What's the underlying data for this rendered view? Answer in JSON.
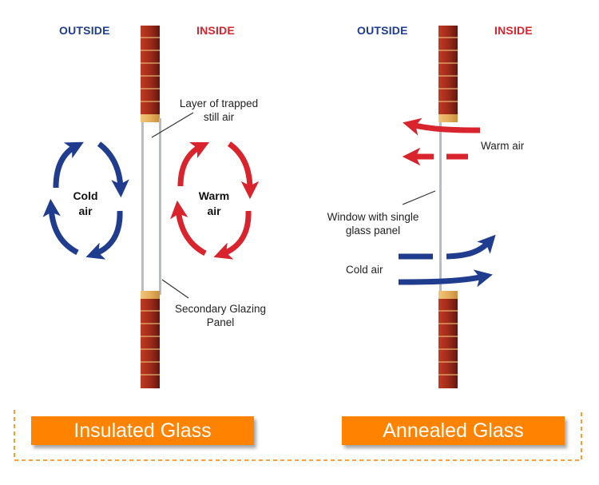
{
  "colors": {
    "outside_blue": "#1f3c8f",
    "inside_red": "#d9232d",
    "brick": "#b2341f",
    "brick_dark": "#6e1a10",
    "mortar": "#e7b070",
    "sill": "#e9b864",
    "glass": "#b9bcc3",
    "accent_orange": "#ff8200"
  },
  "insulated": {
    "outside_label": "OUTSIDE",
    "inside_label": "INSIDE",
    "trapped_air_label_line1": "Layer of trapped",
    "trapped_air_label_line2": "still air",
    "cold_air_line1": "Cold",
    "cold_air_line2": "air",
    "warm_air_line1": "Warm",
    "warm_air_line2": "air",
    "glazing_label_line1": "Secondary Glazing",
    "glazing_label_line2": "Panel",
    "title": "Insulated Glass"
  },
  "annealed": {
    "outside_label": "OUTSIDE",
    "inside_label": "INSIDE",
    "warm_air_label": "Warm air",
    "window_label_line1": "Window with single",
    "window_label_line2": "glass panel",
    "cold_air_label": "Cold air",
    "title": "Annealed Glass"
  }
}
